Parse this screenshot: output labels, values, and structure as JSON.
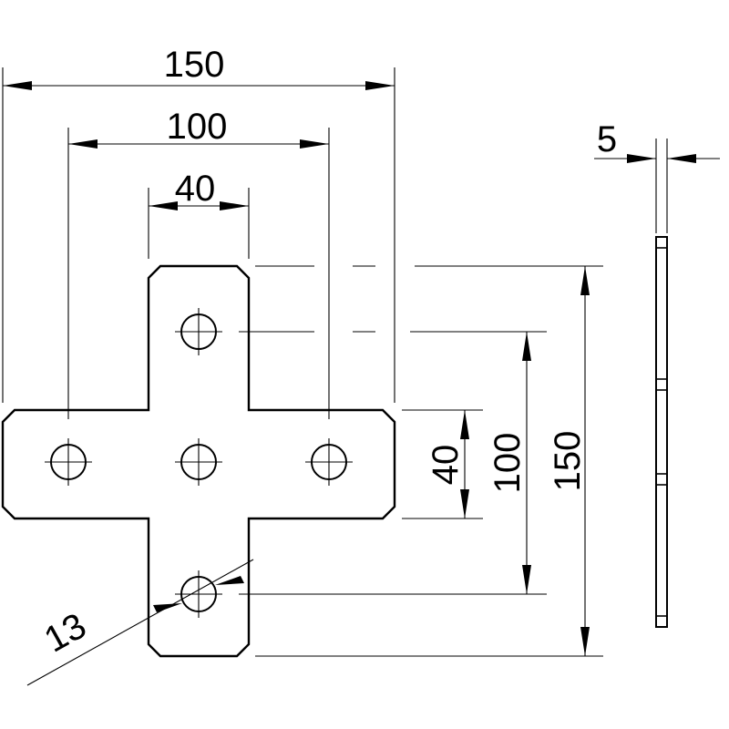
{
  "dimensions": {
    "overall_width": "150",
    "hole_spacing_width": "100",
    "arm_width_top": "40",
    "arm_width_side": "40",
    "hole_spacing_height": "100",
    "overall_height": "150",
    "thickness": "5",
    "hole_diameter": "13"
  }
}
